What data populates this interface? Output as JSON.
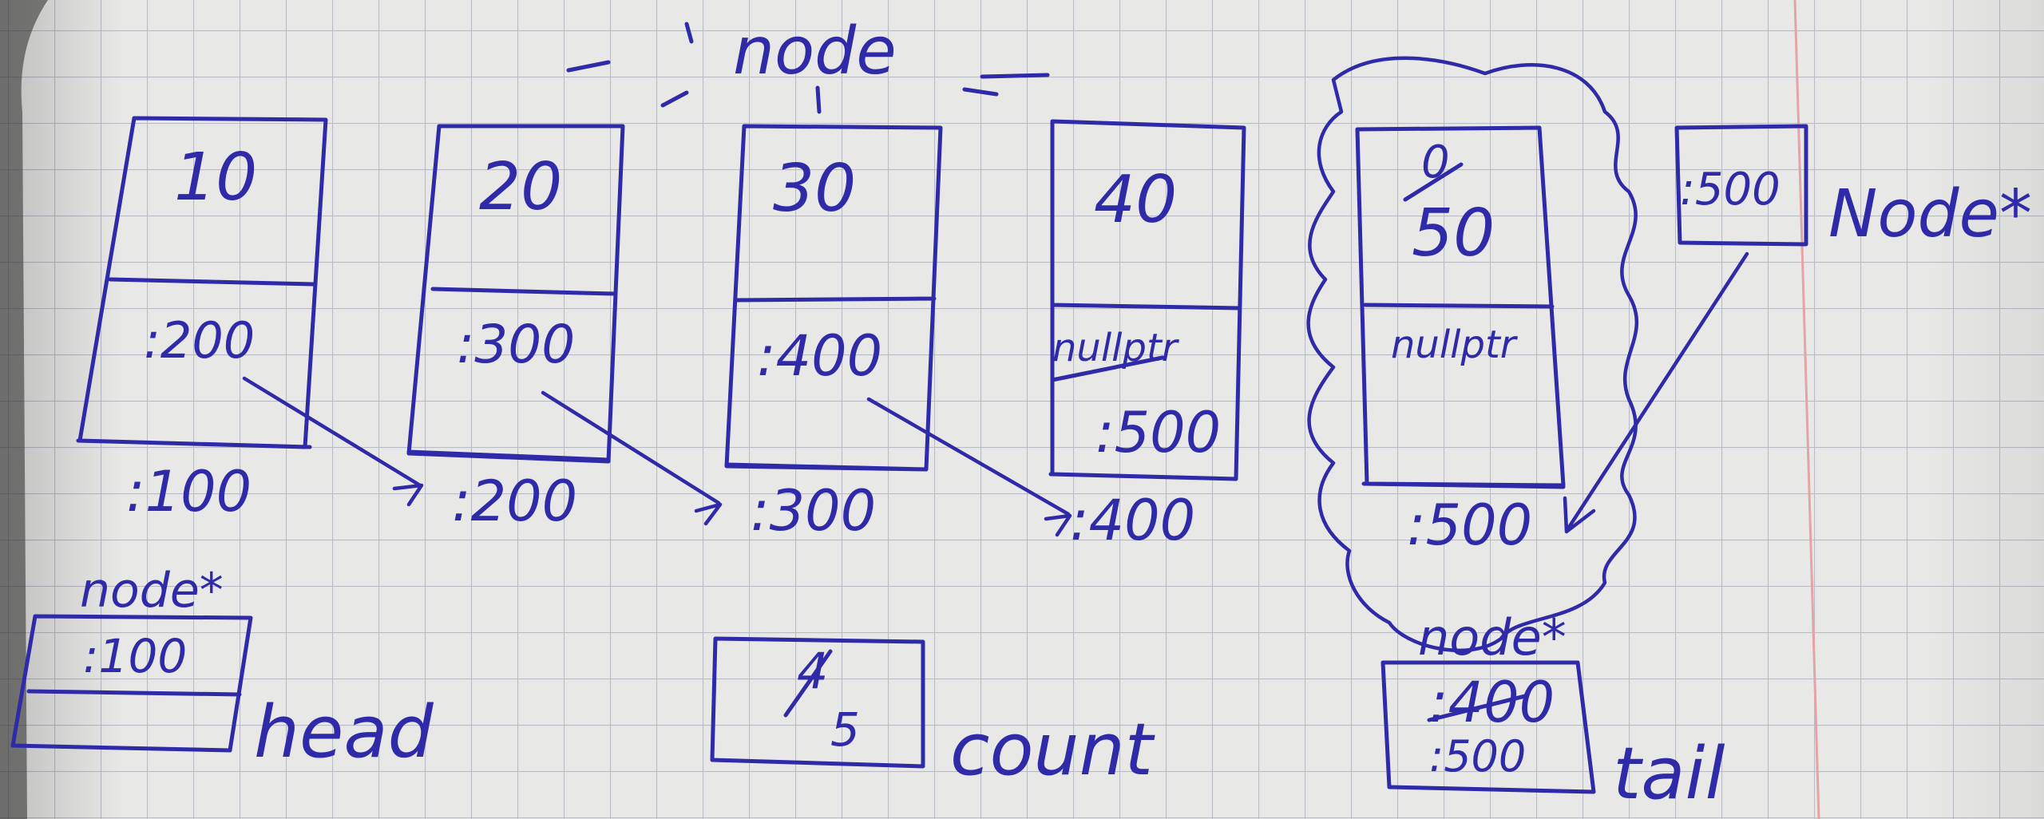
{
  "colors": {
    "ink": "#2f2aa8",
    "paper": "#e8e9e6",
    "grid": "#b9bcc2",
    "margin_line": "#e3a3a8"
  },
  "title": "node",
  "nodes": [
    {
      "data": "10",
      "next": ":200",
      "address": ":100"
    },
    {
      "data": "20",
      "next": ":300",
      "address": ":200"
    },
    {
      "data": "30",
      "next": ":400",
      "address": ":300"
    },
    {
      "data": "40",
      "next_crossed": "nullptr",
      "next": ":500",
      "address": ":400"
    },
    {
      "data_crossed": "0",
      "data": "50",
      "next": "nullptr",
      "address": ":500"
    }
  ],
  "new_pointer": {
    "value": ":500",
    "type": "Node*"
  },
  "head": {
    "type": "node*",
    "value": ":100",
    "label": "head"
  },
  "count": {
    "value_crossed": "4",
    "value": "5",
    "label": "count"
  },
  "tail": {
    "type": "node*",
    "value_crossed": ":400",
    "value": ":500",
    "label": "tail"
  }
}
